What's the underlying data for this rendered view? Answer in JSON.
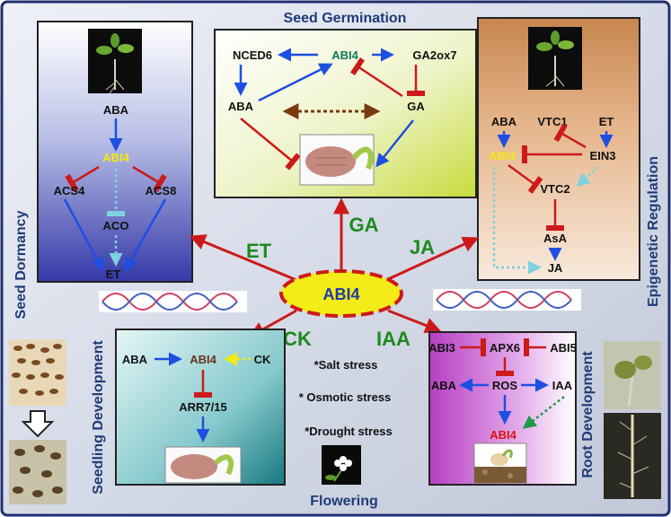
{
  "titles": {
    "seed_germination": "Seed Germination",
    "flowering": "Flowering",
    "seed_dormancy": "Seed Dormancy",
    "seedling_development": "Seedling Development",
    "root_development": "Root Development",
    "epigenetic_regulation": "Epigenetic Regulation"
  },
  "center": {
    "label": "ABI4"
  },
  "hormones": {
    "et": "ET",
    "ga": "GA",
    "ja": "JA",
    "ck": "CK",
    "iaa": "IAA"
  },
  "dormancy": {
    "aba": "ABA",
    "abi4": "ABI4",
    "acs4": "ACS4",
    "acs8": "ACS8",
    "aco": "ACO",
    "et": "ET"
  },
  "germination": {
    "nced6": "NCED6",
    "abi4": "ABI4",
    "ga2ox7": "GA2ox7",
    "aba": "ABA",
    "ga": "GA"
  },
  "epigenetic": {
    "aba": "ABA",
    "vtc1": "VTC1",
    "et": "ET",
    "abi4": "ABI4",
    "ein3": "EIN3",
    "vtc2": "VTC2",
    "asa": "AsA",
    "ja": "JA"
  },
  "seedling": {
    "aba": "ABA",
    "abi4": "ABI4",
    "ck": "CK",
    "arr": "ARR7/15"
  },
  "stresses": [
    "*Salt stress",
    "* Osmotic stress",
    "*Drought stress"
  ],
  "root": {
    "abi3": "ABI3",
    "apx6": "APX6",
    "abi5": "ABI5",
    "aba": "ABA",
    "ros": "ROS",
    "iaa": "IAA",
    "abi4": "ABI4"
  },
  "colors": {
    "frame": "#1f2f6e",
    "activation": "#1f4fe0",
    "inhibition": "#cc1a1a",
    "dotted_green": "#1f9a4a",
    "dotted_cyan": "#7fd0e0",
    "dotted_yellow": "#f2ea13",
    "hormone_green": "#1e8a1e"
  }
}
